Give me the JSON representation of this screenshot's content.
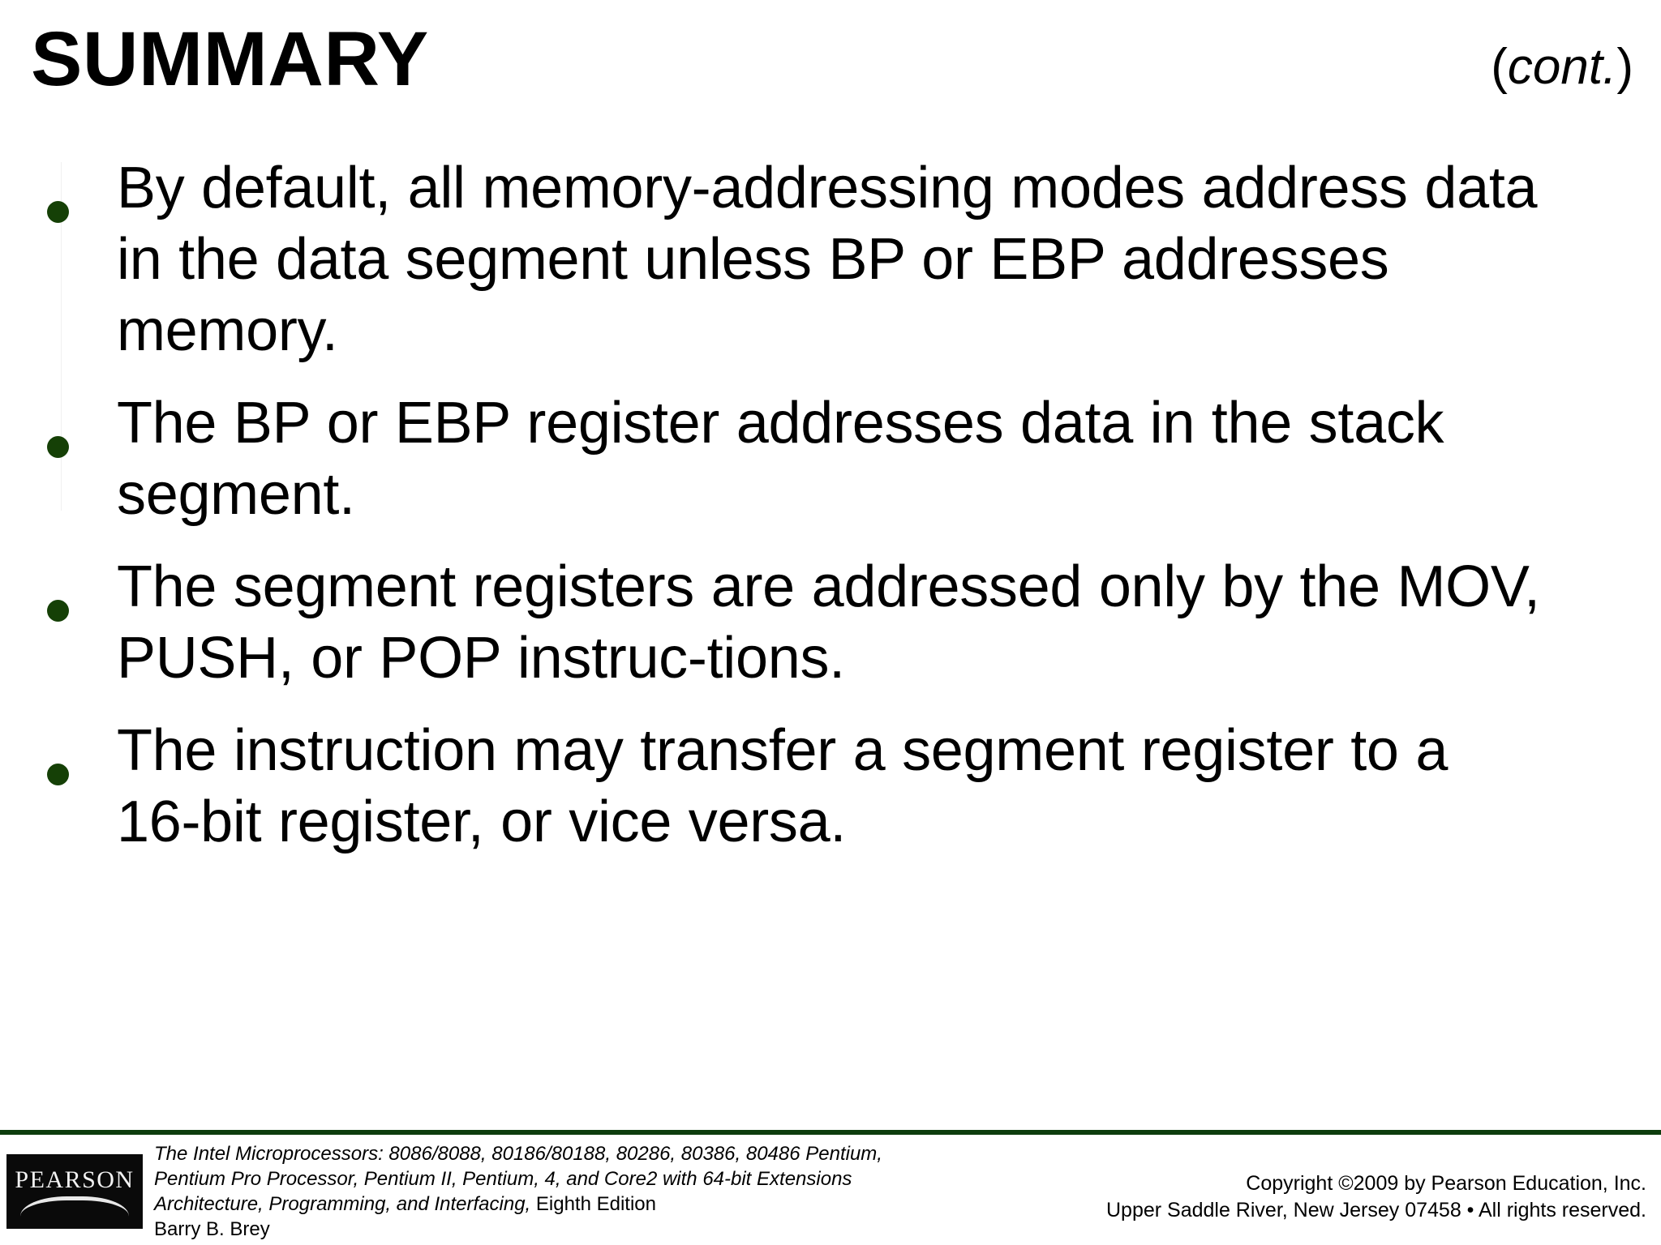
{
  "slide": {
    "title": "SUMMARY",
    "continuation_prefix": "(",
    "continuation_word": "cont.",
    "continuation_suffix": ")",
    "background_color": "#ffffff",
    "accent_color": "#154006",
    "rule_color": "#0d3d0d"
  },
  "bullets": [
    {
      "text": "By default, all memory-addressing modes address data in the data segment unless BP or EBP addresses memory.",
      "marker": "dot"
    },
    {
      "text": "The BP or EBP register addresses data in the stack segment.",
      "marker": "dot"
    },
    {
      "text": "The segment registers are addressed only by the MOV, PUSH, or POP instruc-tions.",
      "marker": "dot"
    },
    {
      "text": "The instruction may transfer a segment register to a 16-bit register, or vice versa.",
      "marker": "dot"
    }
  ],
  "footer": {
    "logo_text": "PEARSON",
    "book": {
      "line1": "The Intel Microprocessors: 8086/8088, 80186/80188, 80286, 80386, 80486 Pentium,",
      "line2": "Pentium Pro Processor, Pentium II, Pentium, 4, and Core2 with 64-bit Extensions",
      "line3_italic": "Architecture, Programming, and Interfacing,",
      "line3_roman": " Eighth Edition",
      "line4": "Barry B. Brey"
    },
    "copyright": {
      "line1": "Copyright ©2009 by Pearson Education, Inc.",
      "line2": "Upper Saddle River, New Jersey 07458 • All rights reserved."
    }
  }
}
